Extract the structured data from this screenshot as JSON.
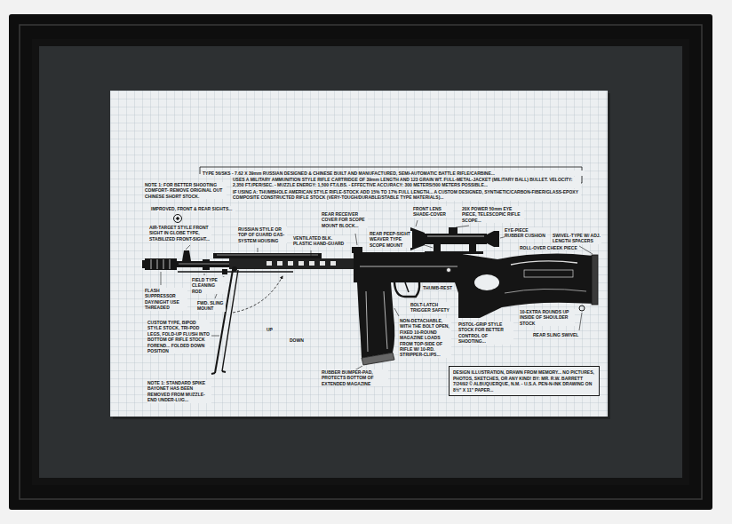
{
  "diagram": {
    "nodes": [
      {
        "text": [
          "DESIGN ILLUSTRATION, DRAWN FROM MEMORY... NO PICTURES, PHOTOS, SKETCHES, OR ANY KIND! BY: MR. R.W. BARRETT 7/24/92 © ALBUQUERQUE, N.M. - U.S.A. PEN-N-INK DRAWING ON 8½\" X 11\" PAPER..."
        ]
      }
    ],
    "labels": [
      "TYPE 56/SKS - 7.62 X 39mm RUSSIAN DESIGNED & CHINESE BUILT AND MANUFACTURED, SEMI-AUTOMATIC BATTLE RIFLE/CARBINE...",
      "USES A MILITARY AMMUNITION STYLE RIFLE CARTRIDGE OF 39mm LENGTH AND 123 GRAIN WT. FULL-METAL-JACKET (MILITARY BALL) BULLET. VELOCITY: 2,350 FT./PER/SEC. - MUZZLE ENERGY: 1,500 FT./LBS. - EFFECTIVE ACCURACY: 300 METERS/500 METERS POSSIBLE...",
      "IF USING A: THUMBHOLE AMERICAN STYLE RIFLE-STOCK ADD 15% TO 17% FULL LENGTH... A CUSTOM DESIGNED, SYNTHETIC/CARBON-FIBER/GLASS-EPOXY COMPOSITE CONSTRUCTED RIFLE STOCK (VERY-TOUGH/DURABLE/STABLE TYPE MATERIALS)...",
      "NOTE 1: FOR BETTER SHOOTING COMFORT- REMOVE ORIGINAL OUT CHINESE SHORT STOCK.",
      "IMPROVED, FRONT & REAR SIGHTS...",
      "AIR-TARGET STYLE FRONT SIGHT IN GLOBE TYPE, STABILIZED FRONT-SIGHT...",
      "RUSSIAN STYLE OR TOP OF GUARD GAS-SYSTEM HOUSING",
      "VENTILATED BLK. PLASTIC HAND-GUARD",
      "REAR RECEIVER COVER FOR SCOPE MOUNT BLOCK...",
      "REAR PEEP-SIGHT WEAVER TYPE SCOPE MOUNT",
      "FRONT LENS SHADE-COVER",
      "20X POWER 50mm EYE PIECE, TELESCOPIC RIFLE SCOPE...",
      "EYE-PIECE RUBBER CUSHION",
      "SWIVEL-TYPE W/ ADJ. LENGTH SPACERS",
      "ROLL-OVER CHEEK PIECE",
      "THUMB-REST",
      "BOLT-LATCH TRIGGER SAFETY",
      "PISTOL-GRIP STYLE STOCK FOR BETTER CONTROL OF SHOOTING...",
      "10-EXTRA ROUNDS UP INSIDE OF SHOULDER STOCK",
      "REAR SLING SWIVEL",
      "NON-DETACHABLE, WITH THE BOLT OPEN, FIXED 10-ROUND MAGAZINE LOADS FROM TOP-SIDE OF RIFLE W/ 10-RD. STRIPPER-CLIPS...",
      "RUBBER BUMPER-PAD, PROTECTS BOTTOM OF EXTENDED MAGAZINE",
      "FLASH SUPPRESSOR DAY/NIGHT USE THREADED",
      "FIELD TYPE CLEANING ROD",
      "FWD. SLING MOUNT",
      "CUSTOM TYPE, BIPOD STYLE STOCK, TRI-POD LEGS, FOLD-UP FLUSH INTO BOTTOM OF RIFLE STOCK FOREND... FOLDED DOWN POSITION",
      "UP",
      "DOWN",
      "NOTE 1: STANDARD SPIKE BAYONET HAS BEEN REMOVED FROM MUZZLE-END UNDER-LUG..."
    ]
  }
}
